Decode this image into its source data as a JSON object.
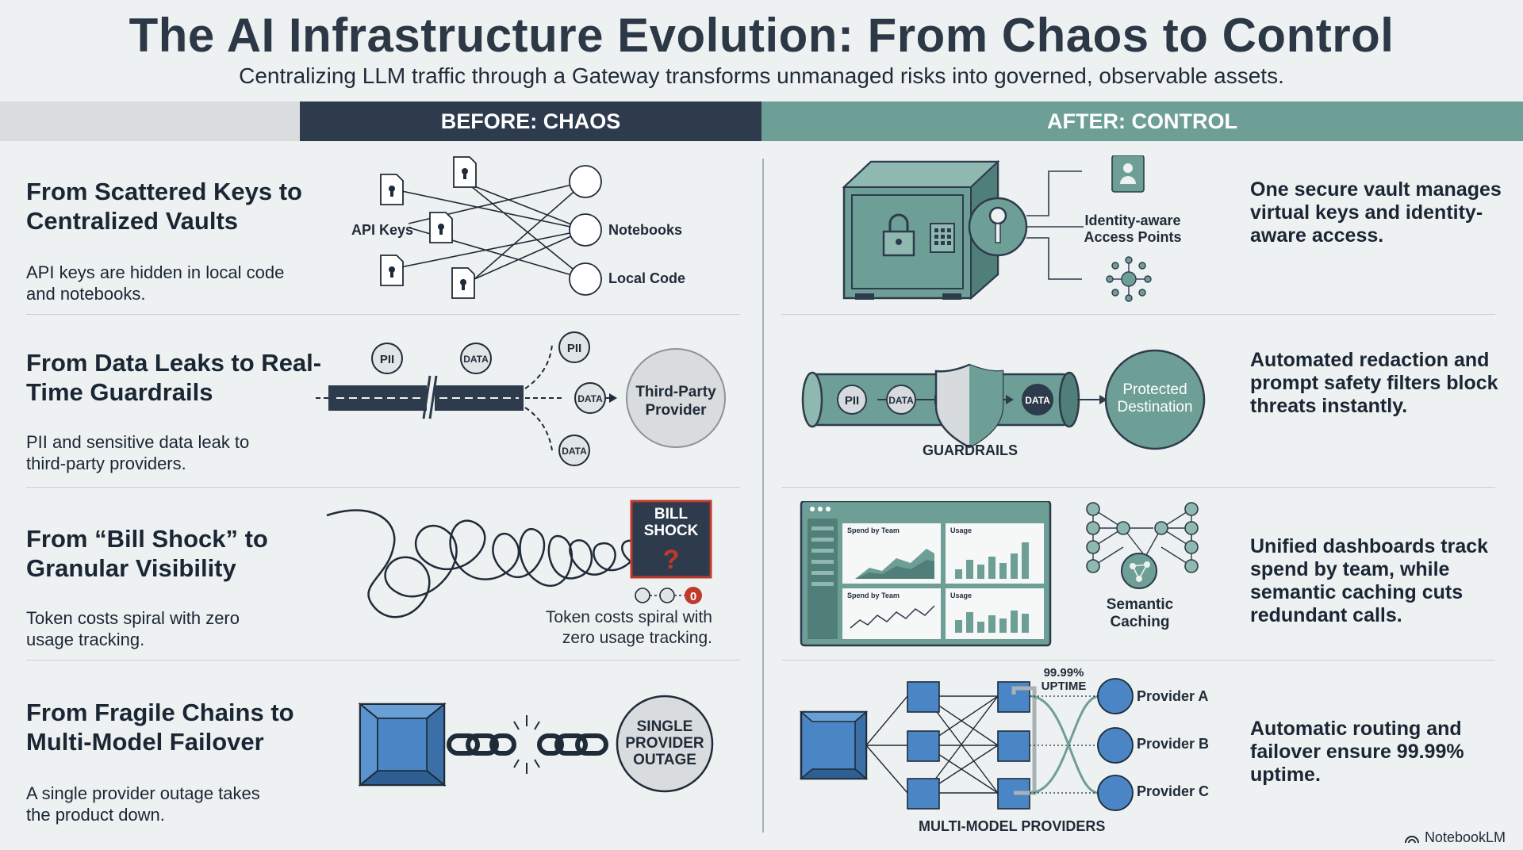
{
  "title": "The AI Infrastructure Evolution: From Chaos to Control",
  "subtitle": "Centralizing LLM traffic through a Gateway transforms unmanaged risks into governed, observable assets.",
  "columns": {
    "before": "BEFORE: CHAOS",
    "after": "AFTER: CONTROL"
  },
  "rows": [
    {
      "title": "From Scattered Keys to Centralized Vaults",
      "description": "API keys are hidden in local code and notebooks.",
      "before_labels": {
        "keys": "API Keys",
        "notebooks": "Notebooks",
        "local_code": "Local Code"
      },
      "after_labels": {
        "access": "Identity-aware Access Points"
      },
      "after_text": "One secure vault manages virtual keys and identity-aware access."
    },
    {
      "title": "From Data Leaks to Real-Time Guardrails",
      "description": "PII and sensitive data leak to third-party providers.",
      "before_labels": {
        "pii": "PII",
        "data": "DATA",
        "provider": "Third-Party Provider"
      },
      "after_labels": {
        "pii": "PII",
        "data": "DATA",
        "guardrails": "GUARDRAILS",
        "destination": "Protected Destination"
      },
      "after_text": "Automated redaction and prompt safety filters block threats instantly."
    },
    {
      "title": "From “Bill Shock” to Granular Visibility",
      "description": "Token costs spiral with zero usage tracking.",
      "before_labels": {
        "bill_shock": "BILL SHOCK",
        "question": "?",
        "counter": "0",
        "caption": "Token costs spiral with zero usage tracking."
      },
      "after_labels": {
        "spend": "Spend by Team",
        "usage": "Usage",
        "caching": "Semantic Caching"
      },
      "after_text": "Unified dashboards track spend by team, while semantic caching cuts redundant calls."
    },
    {
      "title": "From Fragile Chains to Multi-Model Failover",
      "description": "A single provider outage takes the product down.",
      "before_labels": {
        "outage": "SINGLE PROVIDER OUTAGE"
      },
      "after_labels": {
        "uptime": "99.99% UPTIME",
        "providers": [
          "Provider A",
          "Provider B",
          "Provider C"
        ],
        "footer": "MULTI-MODEL PROVIDERS"
      },
      "after_text": "Automatic routing and failover ensure 99.99% uptime."
    }
  ],
  "brand": "NotebookLM",
  "colors": {
    "navy": "#2d3b4d",
    "teal": "#6e9f96",
    "dark_teal": "#4f7f78",
    "blue": "#4a86c5",
    "alert_red": "#c0392b"
  }
}
